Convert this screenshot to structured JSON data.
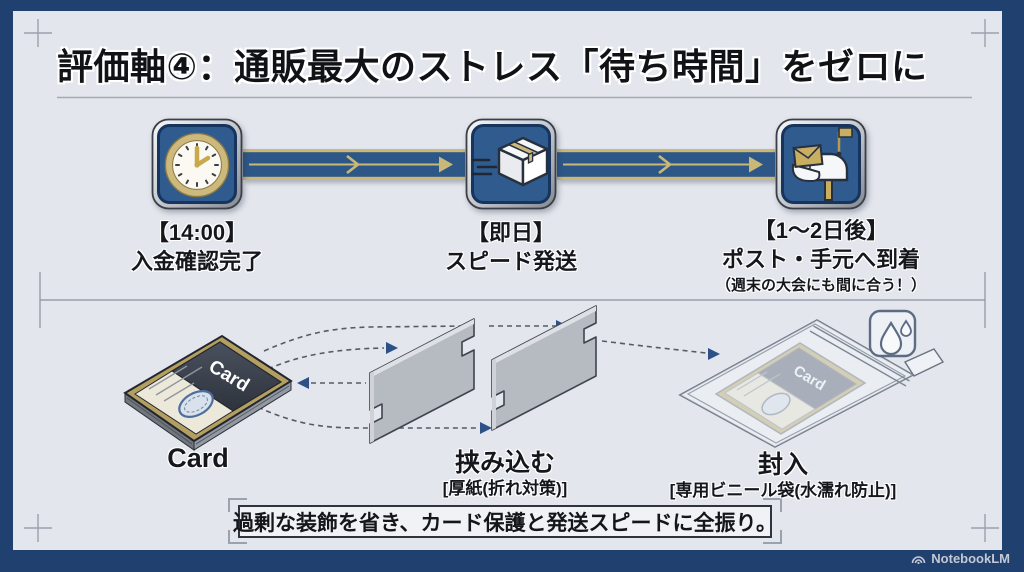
{
  "slide": {
    "title": "評価軸④：通販最大のストレス「待ち時間」をゼロに",
    "watermark": "NotebookLM"
  },
  "timeline": {
    "steps": [
      {
        "icon": "clock-icon",
        "time": "【14:00】",
        "label": "入金確認完了",
        "note": ""
      },
      {
        "icon": "speed-box-icon",
        "time": "【即日】",
        "label": "スピード発送",
        "note": ""
      },
      {
        "icon": "mailbox-icon",
        "time": "【1〜2日後】",
        "label": "ポスト・手元へ到着",
        "note": "（週末の大会にも間に合う！）"
      }
    ]
  },
  "packing": {
    "card_label": "Card",
    "card_face_text": "Card",
    "bag_card_face_text": "Card",
    "sandwich_label": "挟み込む",
    "sandwich_detail": "[厚紙(折れ対策)]",
    "seal_label": "封入",
    "seal_detail": "[専用ビニール袋(水濡れ防止)]"
  },
  "banner": {
    "text": "過剰な装飾を省き、カード保護と発送スピードに全振り。"
  },
  "colors": {
    "frame_navy": "#20406f",
    "panel": "#e3e6ec",
    "icon_blue": "#2f5b8e",
    "gold": "#c9b878",
    "arrow_blue": "#2e5089"
  }
}
